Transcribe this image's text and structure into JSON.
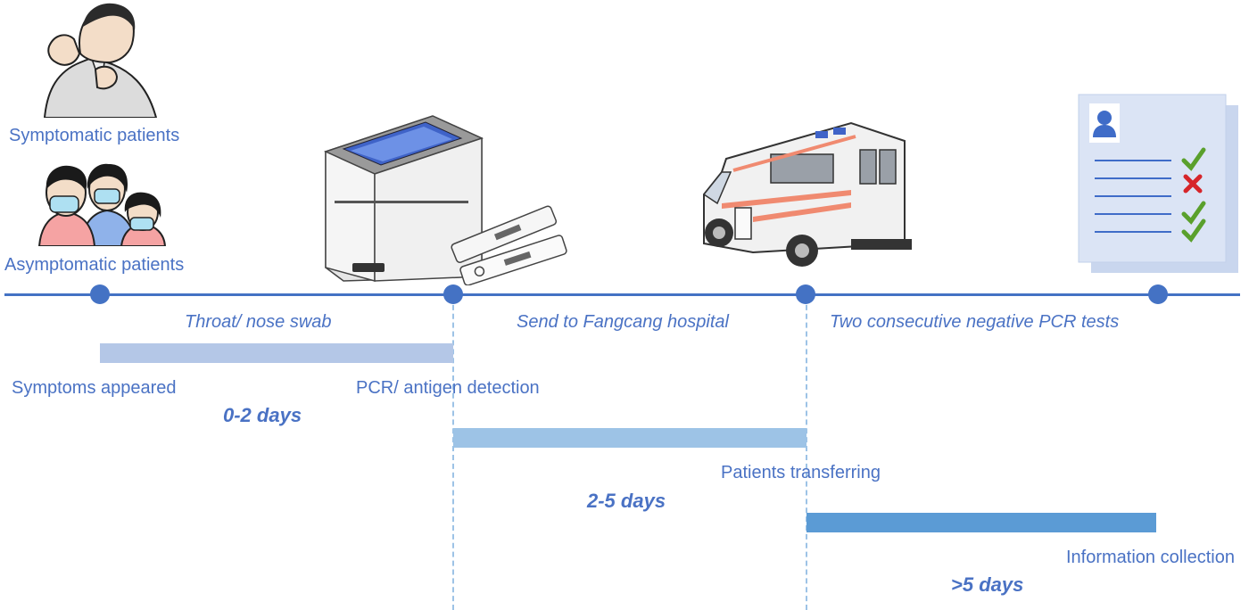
{
  "patients": {
    "symptomatic": "Symptomatic patients",
    "asymptomatic": "Asymptomatic patients"
  },
  "stages": {
    "swab": "Throat/ nose swab",
    "send": "Send to Fangcang hospital",
    "tests": "Two consecutive negative PCR tests"
  },
  "events": {
    "symptoms": "Symptoms appeared",
    "pcr": "PCR/ antigen detection",
    "transfer": "Patients transferring",
    "info": "Information collection"
  },
  "durations": {
    "d1": "0-2 days",
    "d2": "2-5 days",
    "d3": ">5 days"
  },
  "colors": {
    "text": "#4a72c4",
    "axis": "#4472c4",
    "bar1": "#b4c7e7",
    "bar2": "#9dc3e6",
    "bar3": "#5b9bd5",
    "dash": "#9dc3e6",
    "check": "#5aa02c",
    "cross": "#d6252a"
  }
}
